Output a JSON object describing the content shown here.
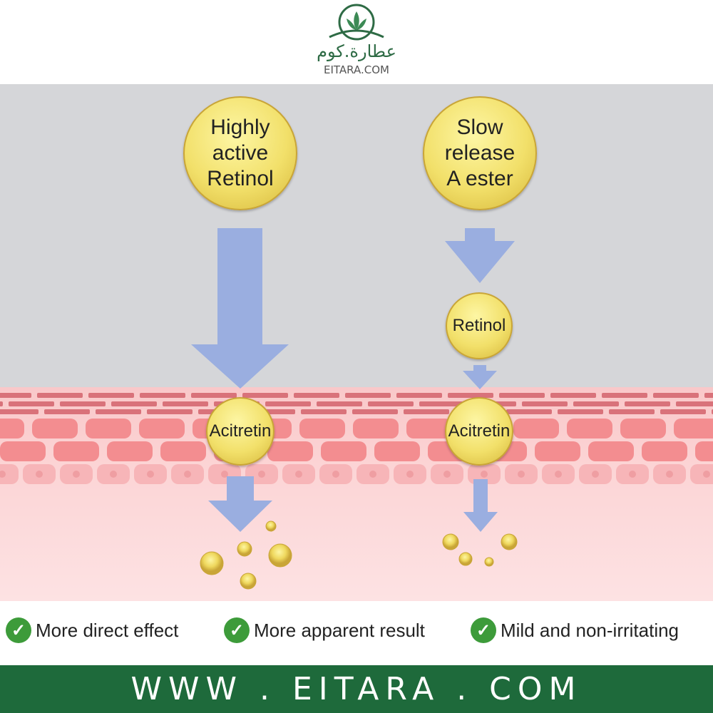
{
  "logo": {
    "arabic": "عطارة.كوم",
    "english": "EITARA.COM"
  },
  "left_path": {
    "top_label": "Highly active Retinol",
    "top_lines": [
      "Highly",
      "active",
      "Retinol"
    ],
    "skin_label": "Acitretin"
  },
  "right_path": {
    "top_label": "Slow release A ester",
    "top_lines": [
      "Slow",
      "release",
      "A ester"
    ],
    "middle_label": "Retinol",
    "skin_label": "Acitretin"
  },
  "benefits": [
    "More direct effect",
    "More apparent result",
    "Mild and non-irritating"
  ],
  "footer": "WWW . EITARA . COM",
  "colors": {
    "brand": "#1e6a3b",
    "arrow": "#9aaee0",
    "background": "#d5d6d9",
    "skin": "#f9c8c9"
  }
}
